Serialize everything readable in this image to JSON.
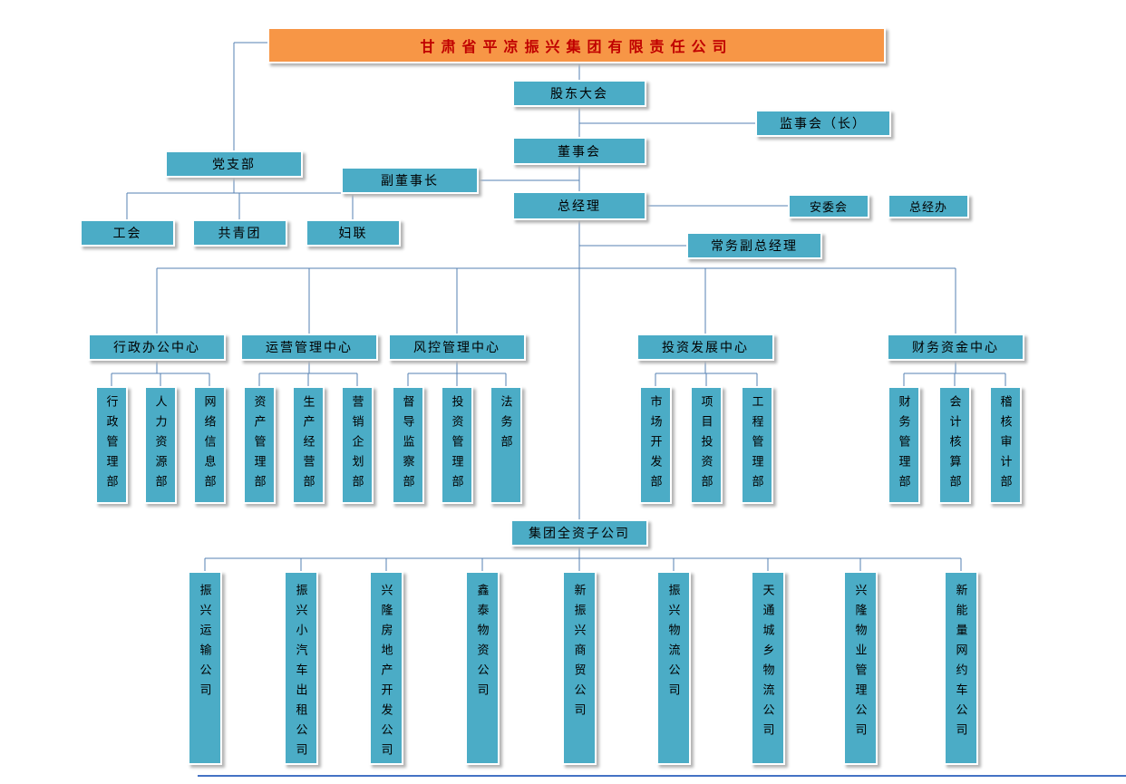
{
  "colors": {
    "box_fill": "#4BACC6",
    "title_fill": "#F79646",
    "title_text": "#C00000",
    "connector": "#5580B3",
    "bottom_line": "#4472C4",
    "box_text": "#000000"
  },
  "title": "甘肃省平凉振兴集团有限责任公司",
  "governance": {
    "shareholders_meeting": "股东大会",
    "supervisory_board": "监事会（长）",
    "board_of_directors": "董事会",
    "party_branch": "党支部",
    "vice_chairman": "副董事长",
    "general_manager": "总经理",
    "safety_committee": "安委会",
    "gm_office": "总经办",
    "executive_deputy_gm": "常务副总经理",
    "labor_union": "工会",
    "youth_league": "共青团",
    "womens_federation": "妇联"
  },
  "centers": {
    "admin": {
      "label": "行政办公中心",
      "departments": [
        "行政管理部",
        "人力资源部",
        "网络信息部"
      ]
    },
    "operations": {
      "label": "运营管理中心",
      "departments": [
        "资产管理部",
        "生产经营部",
        "营销企划部"
      ]
    },
    "risk": {
      "label": "风控管理中心",
      "departments": [
        "督导监察部",
        "投资管理部",
        "法务部"
      ]
    },
    "investment": {
      "label": "投资发展中心",
      "departments": [
        "市场开发部",
        "项目投资部",
        "工程管理部"
      ]
    },
    "finance": {
      "label": "财务资金中心",
      "departments": [
        "财务管理部",
        "会计核算部",
        "稽核审计部"
      ]
    }
  },
  "subsidiaries_group": "集团全资子公司",
  "subsidiaries": [
    "振兴运输公司",
    "振兴小汽车出租公司",
    "兴隆房地产开发公司",
    "鑫泰物资公司",
    "新振兴商贸公司",
    "振兴物流公司",
    "天通城乡物流公司",
    "兴隆物业管理公司",
    "新能量网约车公司"
  ]
}
